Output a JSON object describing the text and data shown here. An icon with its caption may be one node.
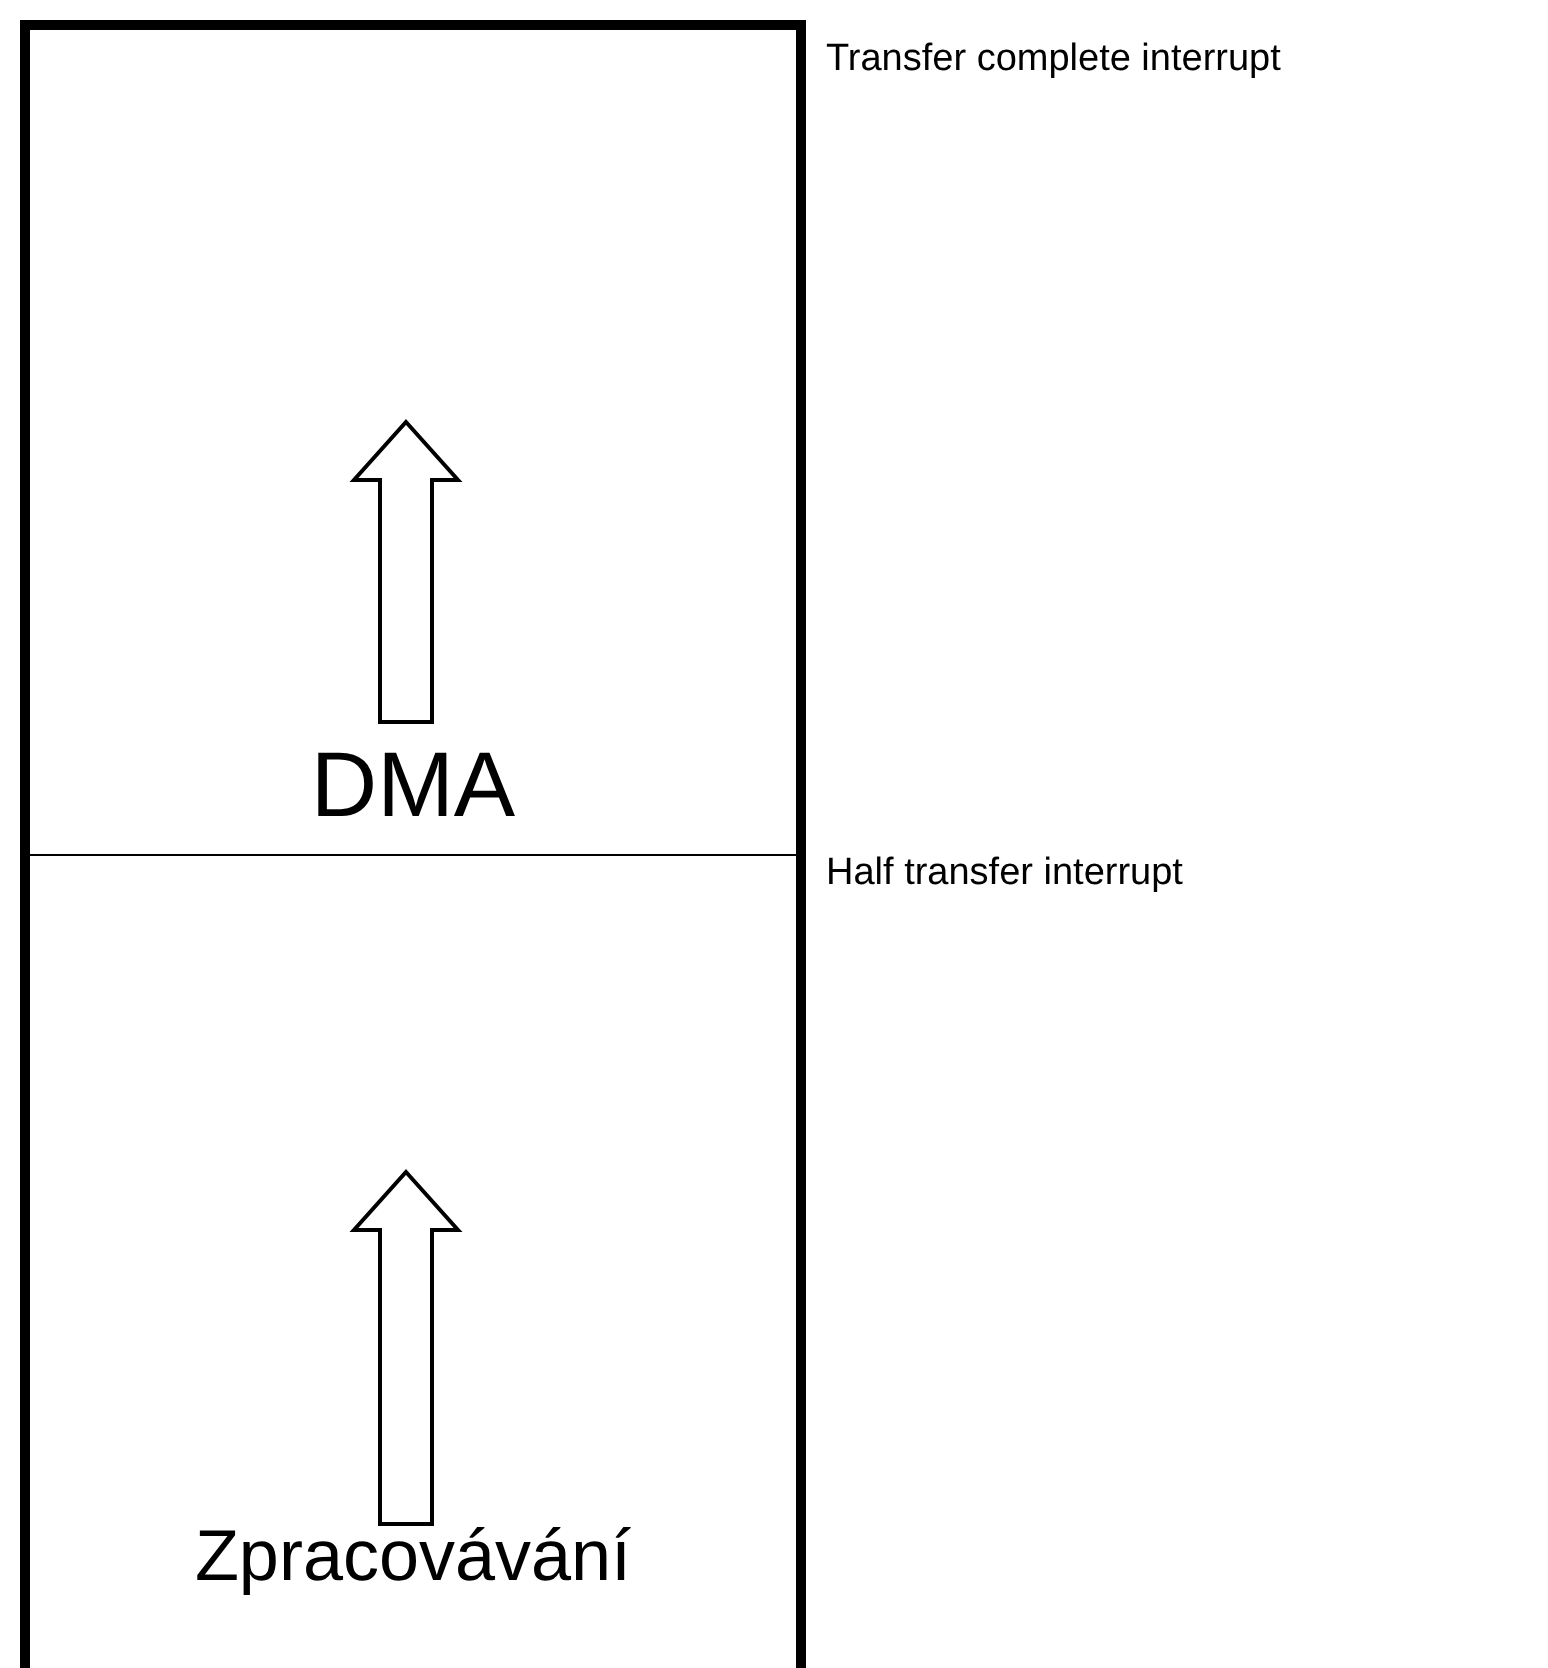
{
  "diagram": {
    "nodes": [
      {
        "text": [
          "DMA"
        ]
      },
      {
        "text": [
          "Zpracovávání"
        ]
      }
    ],
    "labels": [
      "Transfer complete interrupt",
      "Half transfer interrupt"
    ]
  }
}
